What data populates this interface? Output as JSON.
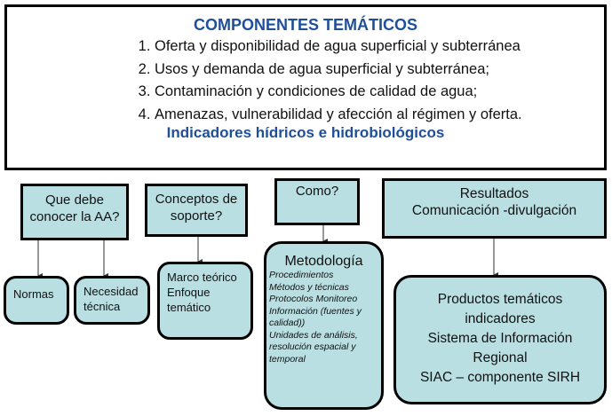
{
  "header": {
    "title": "COMPONENTES TEMÁTICOS",
    "items": [
      "Oferta y disponibilidad de agua superficial y subterránea",
      "Usos y demanda de agua superficial y subterránea;",
      "Contaminación y condiciones de calidad de agua;",
      "Amenazas, vulnerabilidad y afección al régimen y oferta."
    ],
    "subtitle": "Indicadores hídricos e hidrobiológicos"
  },
  "questions": {
    "q1": [
      "Que debe",
      "conocer la AA?"
    ],
    "q2": [
      "Conceptos de",
      "soporte?"
    ],
    "q3": "Como?",
    "q4": [
      "Resultados",
      "Comunicación -divulgación"
    ]
  },
  "answers": {
    "normas": "Normas",
    "necesidad": [
      "Necesidad",
      "técnica"
    ],
    "marco": [
      "Marco teórico",
      "Enfoque",
      "temático"
    ],
    "metodologia": {
      "title": "Metodología",
      "items": [
        "Procedimientos",
        "Métodos y técnicas",
        "Protocolos Monitoreo",
        "Información (fuentes y calidad))",
        "Unidades de análisis, resolución espacial y temporal"
      ]
    },
    "productos": [
      "Productos temáticos",
      "indicadores",
      "Sistema de Información",
      "Regional",
      "SIAC – componente SIRH"
    ]
  }
}
